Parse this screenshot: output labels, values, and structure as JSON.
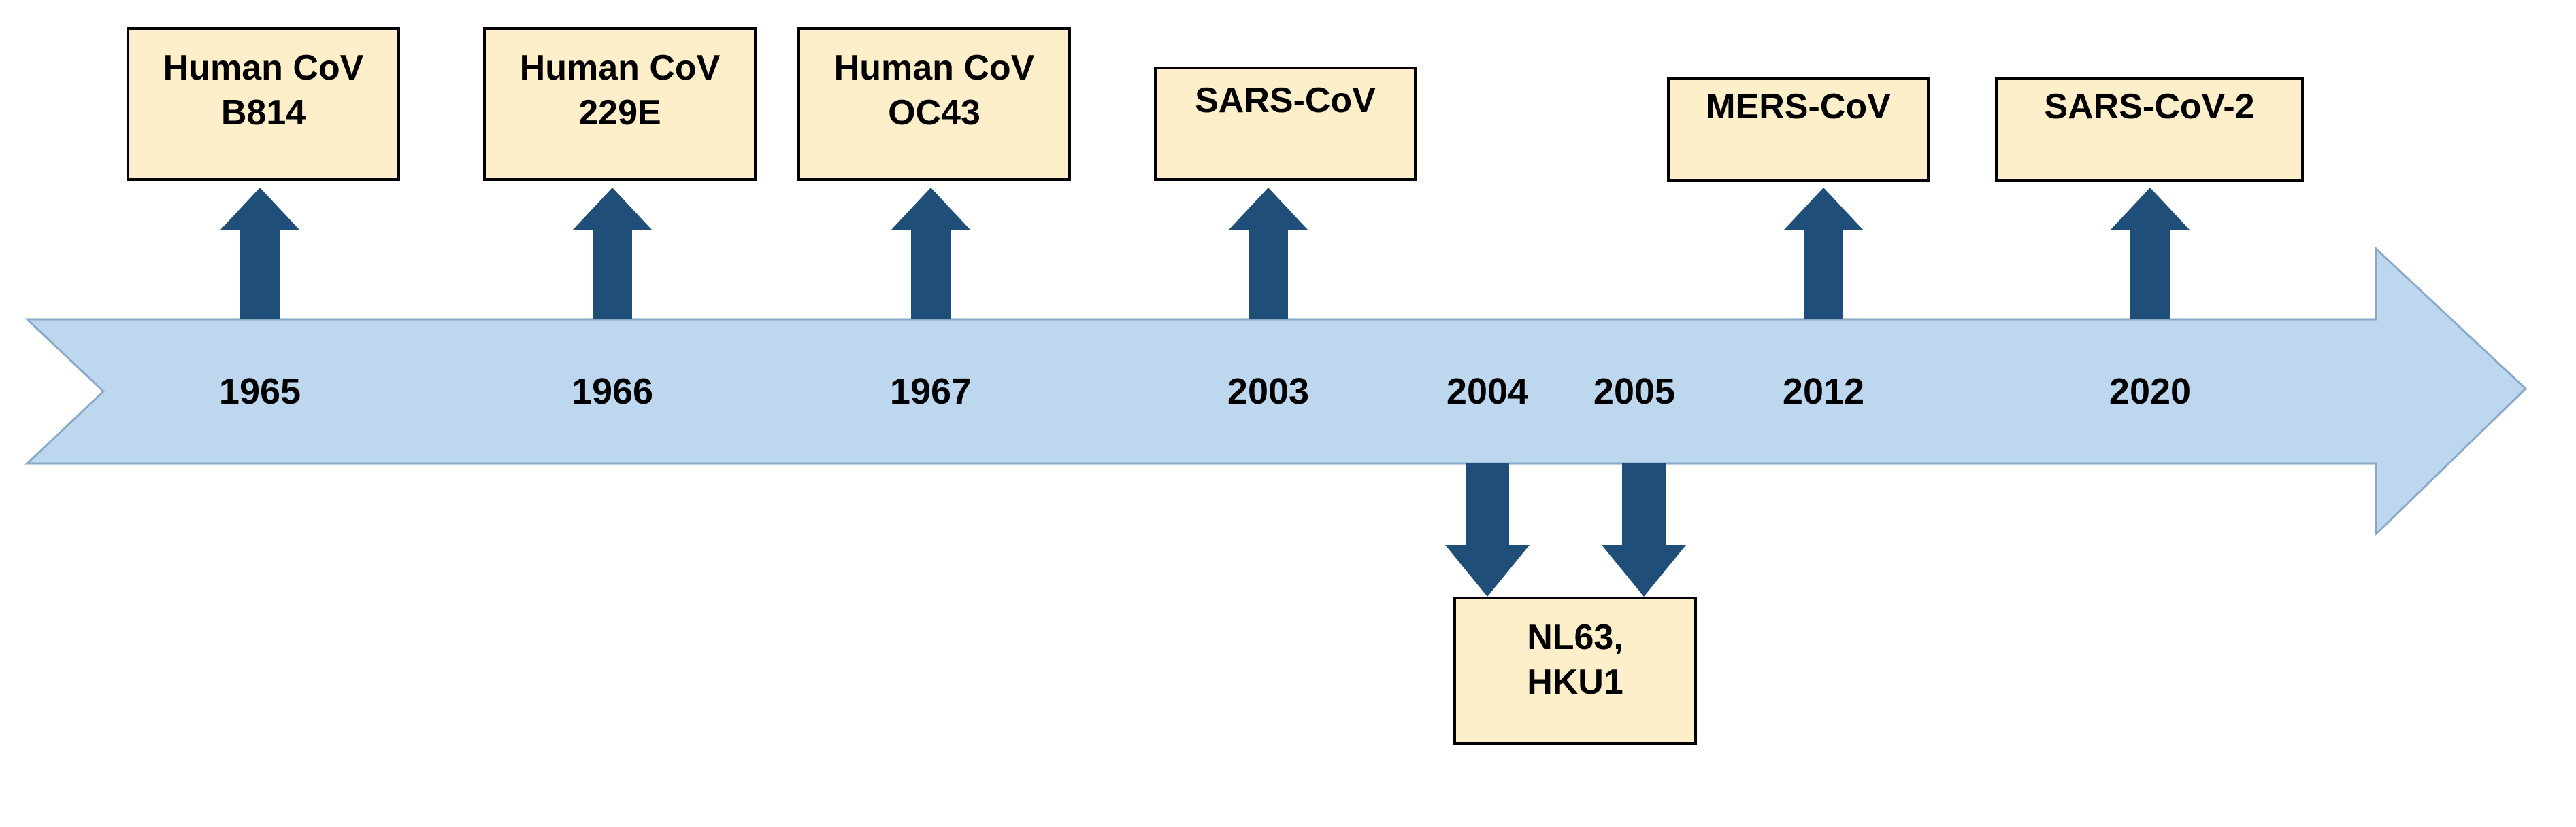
{
  "colors": {
    "band_fill": "#bdd7ee",
    "band_stroke": "#8aa8c8",
    "arrow_fill": "#1f4e79",
    "box_fill": "#fdefc9",
    "box_stroke": "#000000"
  },
  "years": [
    "1965",
    "1966",
    "1967",
    "2003",
    "2004",
    "2005",
    "2012",
    "2020"
  ],
  "events_above": [
    {
      "year": "1965",
      "lines": [
        "Human CoV",
        "B814"
      ]
    },
    {
      "year": "1966",
      "lines": [
        "Human CoV",
        "229E"
      ]
    },
    {
      "year": "1967",
      "lines": [
        "Human CoV",
        "OC43"
      ]
    },
    {
      "year": "2003",
      "lines": [
        "SARS-CoV"
      ]
    },
    {
      "year": "2012",
      "lines": [
        "MERS-CoV"
      ]
    },
    {
      "year": "2020",
      "lines": [
        "SARS-CoV-2"
      ]
    }
  ],
  "events_below": [
    {
      "years": [
        "2004",
        "2005"
      ],
      "lines": [
        "NL63,",
        "HKU1"
      ]
    }
  ]
}
